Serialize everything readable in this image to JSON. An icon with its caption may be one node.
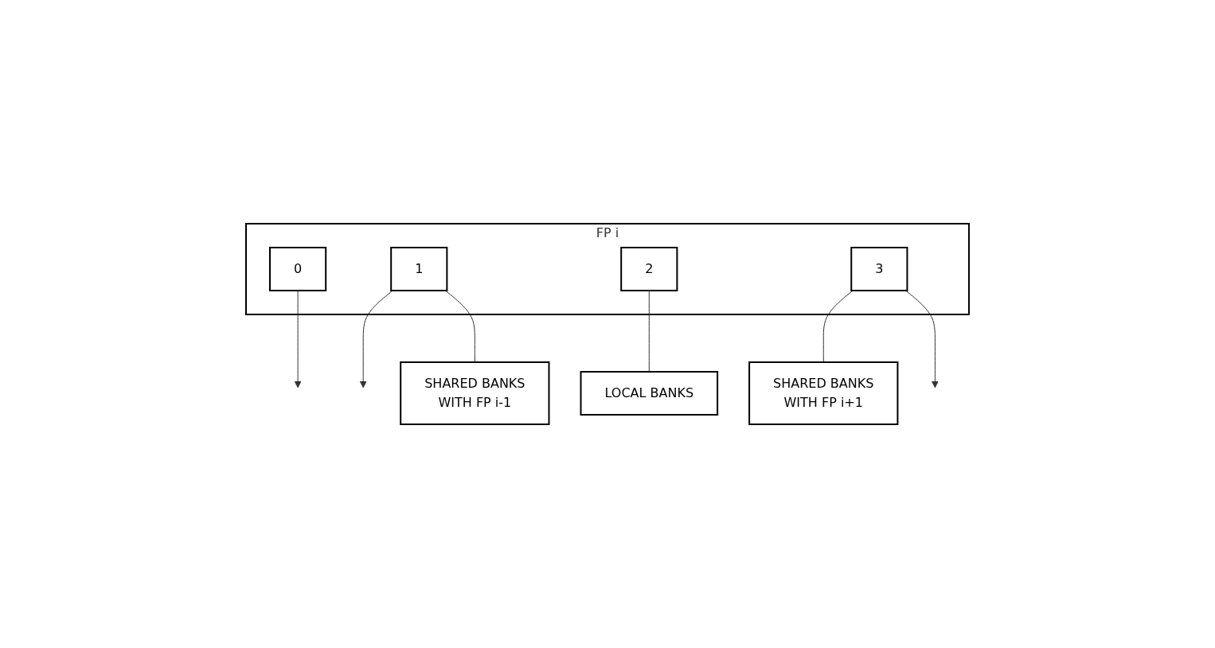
{
  "diagram": {
    "nodes": [
      {
        "text": [
          "FP i"
        ]
      },
      {
        "text": [
          "0"
        ],
        "in": 0
      },
      {
        "text": [
          "1"
        ],
        "in": 0
      },
      {
        "text": [
          "2"
        ],
        "in": 0
      },
      {
        "text": [
          "3"
        ],
        "in": 0
      },
      {
        "text": [
          "SHARED BANKS",
          "WITH FP i-1"
        ]
      },
      {
        "text": [
          "LOCAL BANKS"
        ]
      },
      {
        "text": [
          "SHARED BANKS",
          "WITH FP i+1"
        ]
      }
    ],
    "edges": [
      {
        "from": 1,
        "to": null,
        "arrow": "to"
      },
      {
        "from": 2,
        "to": null,
        "arrow": "to"
      },
      {
        "from": 2,
        "to": 5,
        "arrow": "none"
      },
      {
        "from": 3,
        "to": 6,
        "arrow": "none"
      },
      {
        "from": 4,
        "to": 7,
        "arrow": "none"
      },
      {
        "from": 4,
        "to": null,
        "arrow": "to"
      }
    ]
  }
}
